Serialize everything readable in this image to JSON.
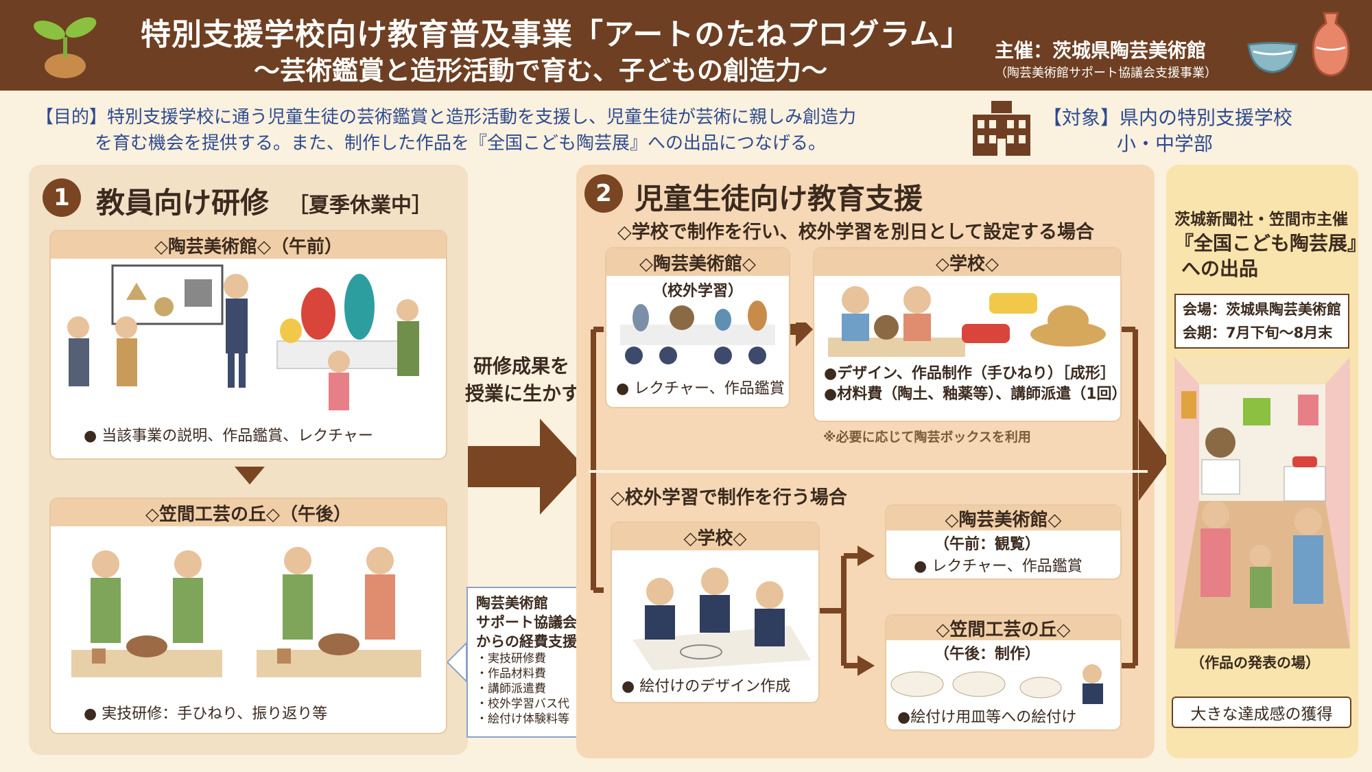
{
  "header": {
    "title": "特別支援学校向け教育普及事業「アートのたねプログラム」",
    "subtitle": "～芸術鑑賞と造形活動で育む、子どもの創造力～",
    "organizer": "主催：茨城県陶芸美術館",
    "organizer_sub": "（陶芸美術館サポート協議会支援事業）"
  },
  "purpose": {
    "line1": "【目的】特別支援学校に通う児童生徒の芸術鑑賞と造形活動を支援し、児童生徒が芸術に親しみ創造力",
    "line2": "を育む機会を提供する。また、制作した作品を『全国こども陶芸展』への出品につなげる。"
  },
  "target": {
    "line1": "【対象】県内の特別支援学校",
    "line2": "小・中学部"
  },
  "section1": {
    "number": "1",
    "title": "教員向け研修",
    "period": "［夏季休業中］",
    "box1": {
      "head": "◇陶芸美術館◇（午前）",
      "bullet": "● 当該事業の説明、作品鑑賞、レクチャー"
    },
    "box2": {
      "head": "◇笠間工芸の丘◇（午後）",
      "bullet": "● 実技研修：手ひねり、振り返り等"
    }
  },
  "bridge": {
    "line1": "研修成果を",
    "line2": "授業に生かす"
  },
  "funding": {
    "lines": [
      "陶芸美術館",
      "サポート協議会",
      "からの経費支援"
    ],
    "items": [
      "・実技研修費",
      "・作品材料費",
      "・講師派遣費",
      "・校外学習バス代",
      "・絵付け体験料等"
    ]
  },
  "section2": {
    "number": "2",
    "title": "児童生徒向け教育支援",
    "caseA": {
      "label": "◇学校で制作を行い、校外学習を別日として設定する場合",
      "museum": {
        "head": "◇陶芸美術館◇",
        "sub": "（校外学習）",
        "bullet": "● レクチャー、作品鑑賞"
      },
      "school": {
        "head": "◇学校◇",
        "bullet1": "●デザイン、作品制作（手ひねり）［成形］",
        "bullet2": "●材料費（陶土、釉薬等）、講師派遣（1回）",
        "note": "※必要に応じて陶芸ボックスを利用"
      }
    },
    "caseB": {
      "label": "◇校外学習で制作を行う場合",
      "school": {
        "head": "◇学校◇",
        "bullet": "● 絵付けのデザイン作成"
      },
      "museum": {
        "head": "◇陶芸美術館◇",
        "sub": "（午前：観覧）",
        "bullet": "● レクチャー、作品鑑賞"
      },
      "hill": {
        "head": "◇笠間工芸の丘◇",
        "sub": "（午後：制作）",
        "bullet": "●絵付け用皿等への絵付け"
      }
    }
  },
  "section3": {
    "line1": "茨城新聞社・笠間市主催",
    "line2": "『全国こども陶芸展』",
    "line3": "への出品",
    "venue": "会場：茨城県陶芸美術館",
    "period": "会期：7月下旬～8月末",
    "caption": "（作品の発表の場）",
    "result": "大きな達成感の獲得"
  },
  "colors": {
    "brown": "#6e3f22",
    "cream": "#fbf1df",
    "blue": "#2e4b8f",
    "peach": "#f6d8b6",
    "yellow": "#f9e4ad"
  }
}
